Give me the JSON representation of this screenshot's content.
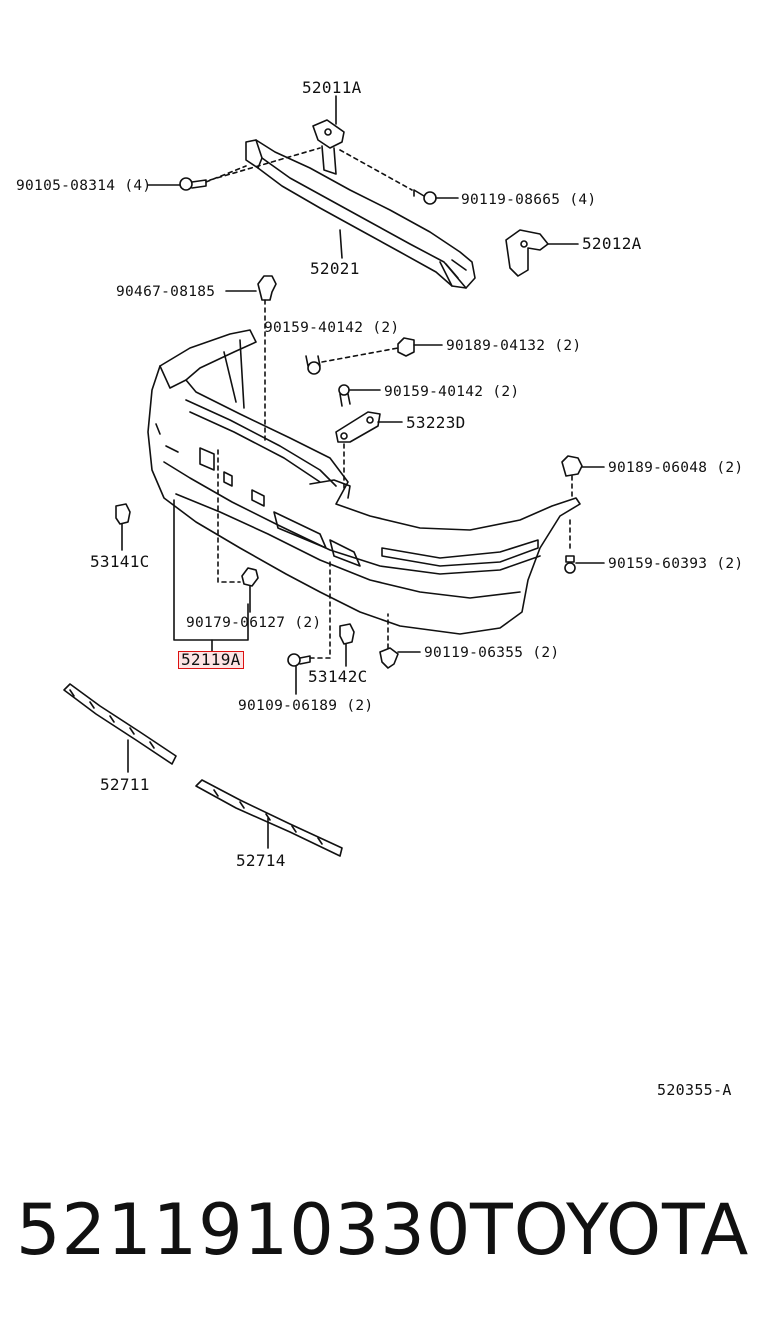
{
  "labels": {
    "l_52011A": "52011A",
    "l_90105": "90105-08314 (4)",
    "l_90119_08665": "90119-08665 (4)",
    "l_52012A": "52012A",
    "l_52021": "52021",
    "l_90467": "90467-08185",
    "l_90159_40142a": "90159-40142 (2)",
    "l_90189_04132": "90189-04132 (2)",
    "l_90159_40142b": "90159-40142 (2)",
    "l_53223D": "53223D",
    "l_90189_06048": "90189-06048 (2)",
    "l_53141C": "53141C",
    "l_90159_60393": "90159-60393 (2)",
    "l_90179": "90179-06127 (2)",
    "l_52119A": "52119A",
    "l_90119_06355": "90119-06355 (2)",
    "l_53142C": "53142C",
    "l_90109": "90109-06189 (2)",
    "l_52711": "52711",
    "l_52714": "52714"
  },
  "drawing_id": "520355-A",
  "footer": {
    "part_number": "5211910330",
    "brand": "TOYOTA"
  },
  "colors": {
    "line": "#111111",
    "highlight_border": "#dd1111",
    "highlight_fill": "#fde4e4"
  }
}
